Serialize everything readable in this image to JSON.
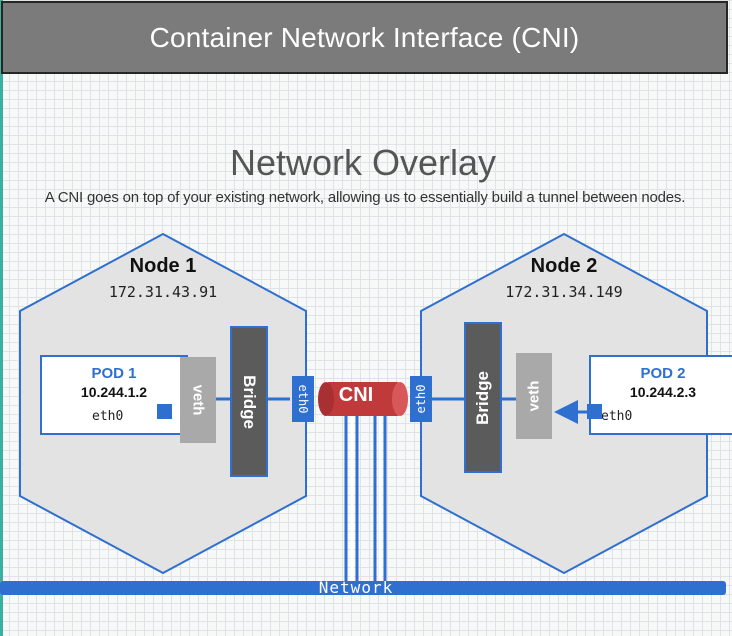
{
  "header": {
    "title": "Container Network Interface (CNI)"
  },
  "diagram": {
    "title": "Network Overlay",
    "subtitle": "A CNI goes on top of your existing network, allowing us to essentially build a tunnel between nodes.",
    "nodes": [
      {
        "name": "Node 1",
        "ip": "172.31.43.91",
        "pod": {
          "name": "POD 1",
          "ip": "10.244.1.2",
          "interface": "eth0"
        },
        "veth": "veth",
        "bridge": "Bridge",
        "interface": "eth0"
      },
      {
        "name": "Node 2",
        "ip": "172.31.34.149",
        "pod": {
          "name": "POD 2",
          "ip": "10.244.2.3",
          "interface": "eth0"
        },
        "veth": "veth",
        "bridge": "Bridge",
        "interface": "eth0"
      }
    ],
    "cni": {
      "label": "CNI"
    },
    "network": {
      "label": "Network"
    },
    "colors": {
      "accent": "#2f6fcf",
      "cni": "#c0393b",
      "node_fill": "#e3e3e3",
      "header": "#7b7b7b",
      "bridge": "#5b5b5b",
      "veth": "#a9a9a9"
    }
  }
}
